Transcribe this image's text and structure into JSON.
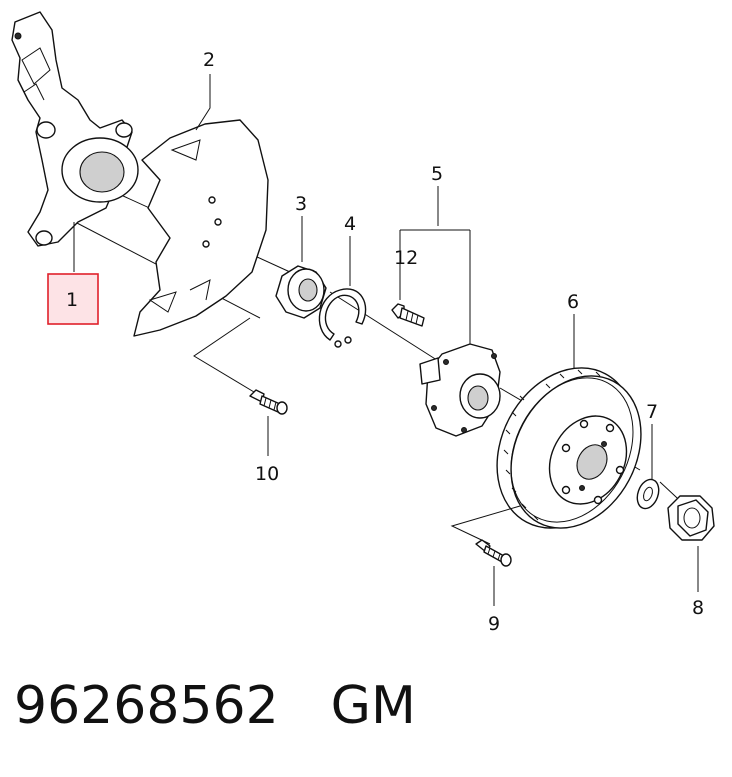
{
  "diagram": {
    "callouts": [
      {
        "id": "1",
        "label": "1",
        "name": "steering-knuckle",
        "highlighted": true
      },
      {
        "id": "2",
        "label": "2",
        "name": "dust-shield"
      },
      {
        "id": "3",
        "label": "3",
        "name": "wheel-bearing"
      },
      {
        "id": "4",
        "label": "4",
        "name": "snap-ring"
      },
      {
        "id": "5",
        "label": "5",
        "name": "wheel-hub"
      },
      {
        "id": "6",
        "label": "6",
        "name": "brake-disc"
      },
      {
        "id": "7",
        "label": "7",
        "name": "washer"
      },
      {
        "id": "8",
        "label": "8",
        "name": "hub-nut"
      },
      {
        "id": "9",
        "label": "9",
        "name": "disc-screw"
      },
      {
        "id": "10",
        "label": "10",
        "name": "shield-bolt"
      },
      {
        "id": "12",
        "label": "12",
        "name": "wheel-stud"
      }
    ],
    "highlight_color": "#e0202a",
    "highlight_fill": "#fde3e6"
  },
  "footer": {
    "part_number": "96268562",
    "brand": "GM"
  }
}
